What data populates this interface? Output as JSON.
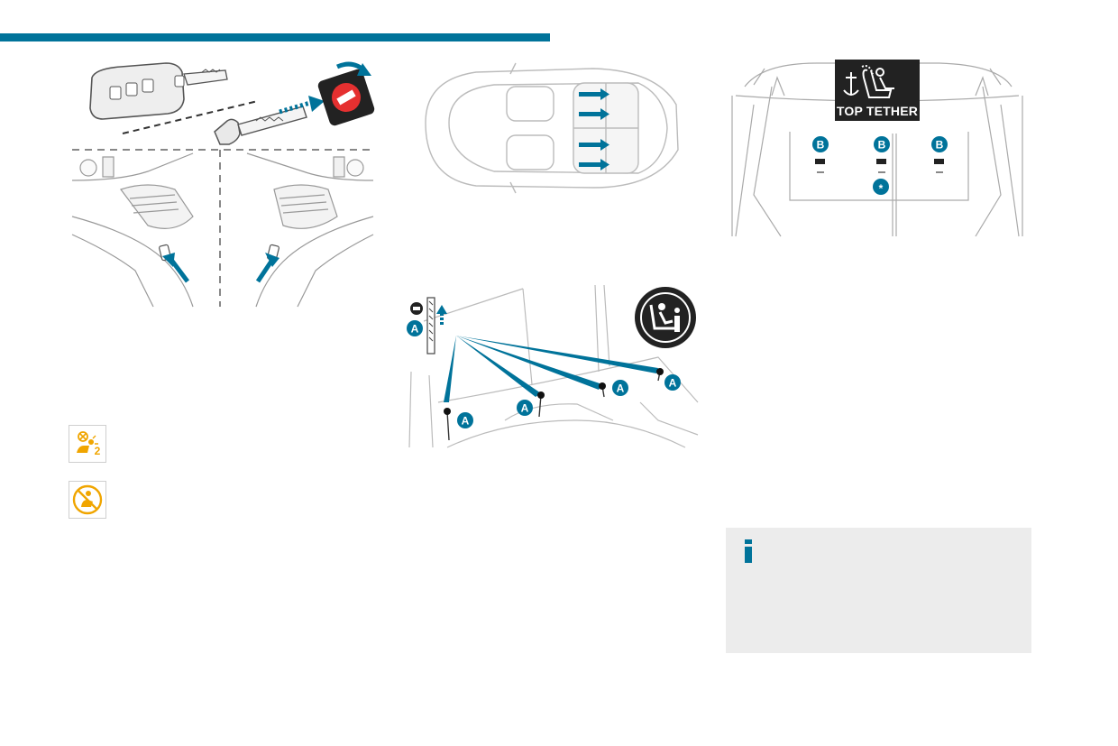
{
  "header": {
    "accent_color": "#00739a"
  },
  "figures": {
    "key_switch": {
      "name": "key-airbag-switch-figure"
    },
    "seat_plan": {
      "name": "rear-seat-plan-figure",
      "arrow_count": 4
    },
    "top_tether": {
      "label": "TOP TETHER",
      "anchor_letter": "B",
      "asterisk": "*"
    },
    "isofix": {
      "anchor_letter": "A",
      "ring_count": 4
    }
  },
  "indicators": [
    {
      "icon": "passenger-airbag-off-icon",
      "suffix": "2",
      "color": "#f0a500"
    },
    {
      "icon": "airbag-deactivated-icon",
      "color": "#f0a500"
    }
  ],
  "info_box": {
    "icon": "info-icon",
    "background": "#ececec"
  }
}
